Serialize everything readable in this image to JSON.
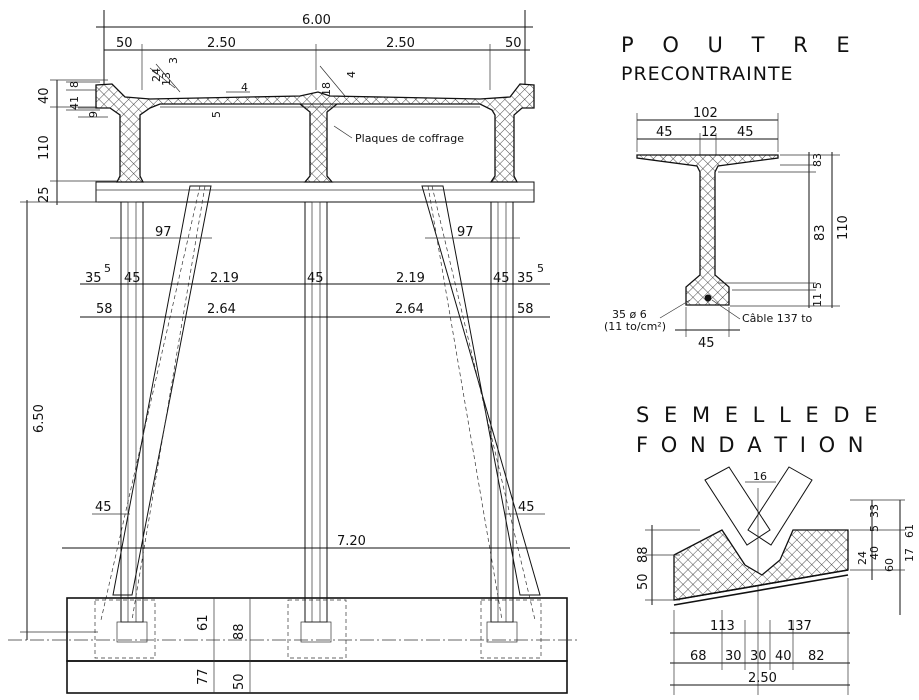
{
  "titles": {
    "poutre_line1": "P O U T R E",
    "poutre_line2": "PRECONTRAINTE",
    "semelle_line1": "S E M E L L E  D E",
    "semelle_line2": "F O N D A T I O N"
  },
  "elevation": {
    "overall_width": "6.00",
    "top_spans": [
      "50",
      "2.50",
      "2.50",
      "50"
    ],
    "deck_small_dims": [
      "24",
      "13",
      "3",
      "18",
      "4",
      "4",
      "5"
    ],
    "left_heights": [
      "40",
      "8",
      "41",
      "9",
      "110",
      "25"
    ],
    "plate_label": "Plaques de coffrage",
    "strut_offset_left": "97",
    "strut_offset_right": "97",
    "row_a": [
      "35",
      "5",
      "45",
      "2.19",
      "45",
      "2.19",
      "45",
      "35",
      "5"
    ],
    "row_b": [
      "58",
      "2.64",
      "2.64",
      "58"
    ],
    "total_height": "6.50",
    "foot_offset_left": "45",
    "foot_offset_right": "45",
    "base_width": "7.20",
    "base_heights": [
      "61",
      "88",
      "77",
      "50"
    ]
  },
  "poutre": {
    "top_width": "102",
    "top_parts": [
      "45",
      "12",
      "45"
    ],
    "right_dims": [
      "8",
      "3",
      "83",
      "5",
      "11",
      "110"
    ],
    "bottom_width": "45",
    "cable_label": "Câble 137 to",
    "strand_label": "35 ø 6",
    "strand_stress": "(11 to/cm²)"
  },
  "semelle": {
    "top_dim": "16",
    "left_dims": [
      "88",
      "50"
    ],
    "right_dims": [
      "5",
      "33",
      "40",
      "61",
      "24",
      "17",
      "60"
    ],
    "mid_dims": [
      "113",
      "137"
    ],
    "bottom_parts": [
      "68",
      "30",
      "30",
      "40",
      "82"
    ],
    "total_width": "2.50"
  }
}
